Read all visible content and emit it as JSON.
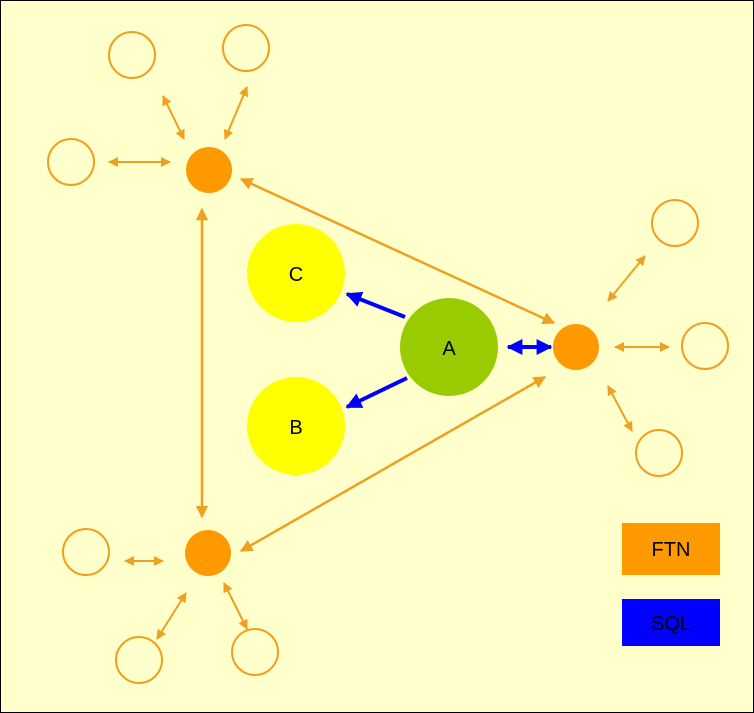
{
  "colors": {
    "background": "#ffffcc",
    "ftn": "#ff9900",
    "sql": "#0000ff",
    "node_a": "#99cc00",
    "node_bc": "#ffff00",
    "leaf_stroke": "#f0a020"
  },
  "nodes": {
    "a": "A",
    "b": "B",
    "c": "C"
  },
  "legend": {
    "ftn": "FTN",
    "sql": "SQL"
  }
}
